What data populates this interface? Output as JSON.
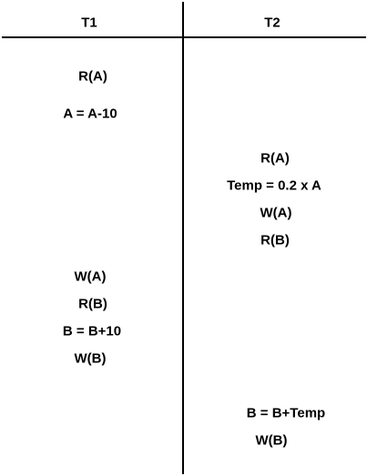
{
  "schedule": {
    "headers": {
      "t1": "T1",
      "t2": "T2"
    },
    "t1_ops": [
      "R(A)",
      "A = A-10",
      "W(A)",
      "R(B)",
      "B = B+10",
      "W(B)"
    ],
    "t2_ops": [
      "R(A)",
      "Temp = 0.2 x A",
      "W(A)",
      "R(B)",
      "B = B+Temp",
      "W(B)"
    ]
  }
}
